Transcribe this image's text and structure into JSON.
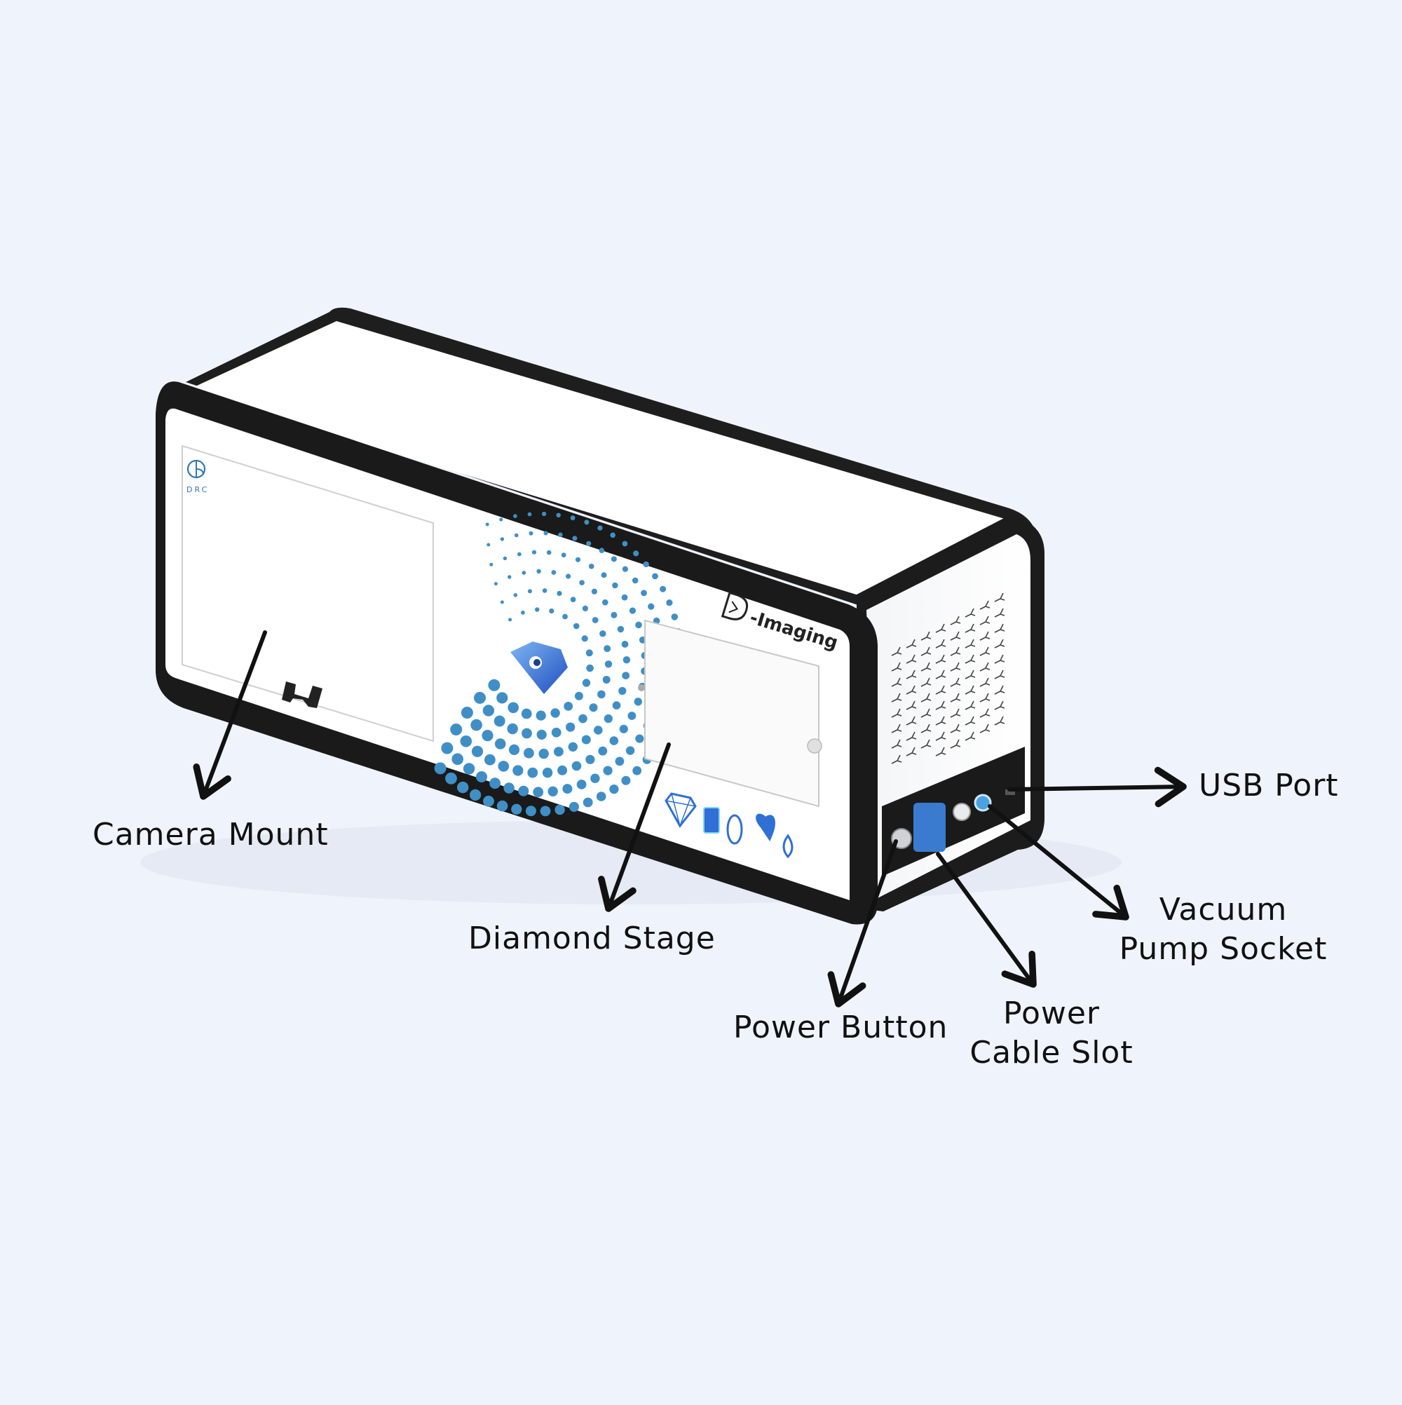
{
  "device": {
    "brand_logo_text": "DRC",
    "product_logo_text": "-Imaging",
    "colors": {
      "background": "#eff4fc",
      "body": "#ffffff",
      "frame": "#1c1c1c",
      "accent": "#3f8fc6",
      "gem": "#2f6fd6"
    },
    "gem_icons": [
      "round-diamond-icon",
      "emerald-cut-icon",
      "oval-icon",
      "heart-icon",
      "pear-icon"
    ]
  },
  "callouts": {
    "camera_mount": "Camera Mount",
    "diamond_stage": "Diamond Stage",
    "usb_port": "USB Port",
    "vacuum_line1": "Vacuum",
    "vacuum_line2": "Pump Socket",
    "power_button": "Power Button",
    "power_cable_line1": "Power",
    "power_cable_line2": "Cable Slot"
  }
}
